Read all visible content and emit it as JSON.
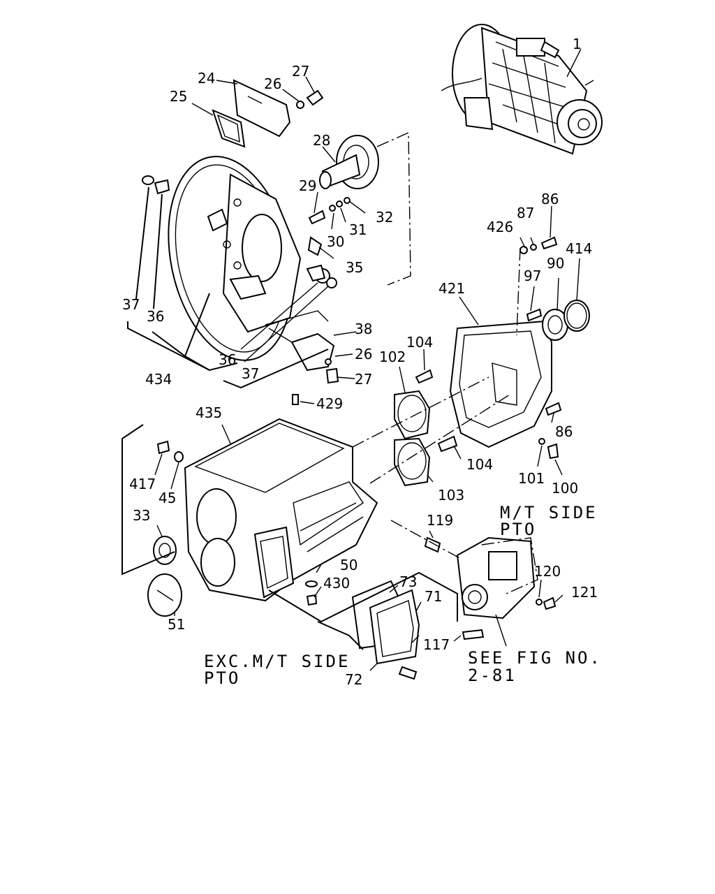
{
  "diagram": {
    "part_labels": {
      "p1": "1",
      "p24": "24",
      "p25": "25",
      "p26a": "26",
      "p27a": "27",
      "p28": "28",
      "p29": "29",
      "p30": "30",
      "p31": "31",
      "p32": "32",
      "p35": "35",
      "p37a": "37",
      "p36a": "36",
      "p434": "434",
      "p36b": "36",
      "p37b": "37",
      "p38": "38",
      "p26b": "26",
      "p27b": "27",
      "p426": "426",
      "p87": "87",
      "p86a": "86",
      "p414": "414",
      "p90": "90",
      "p97": "97",
      "p421": "421",
      "p104a": "104",
      "p102": "102",
      "p429": "429",
      "p435": "435",
      "p86b": "86",
      "p104b": "104",
      "p101": "101",
      "p100": "100",
      "p103": "103",
      "p417": "417",
      "p45": "45",
      "p33": "33",
      "p51": "51",
      "p119": "119",
      "p50": "50",
      "p430": "430",
      "p73": "73",
      "p71": "71",
      "p120": "120",
      "p121": "121",
      "p117": "117",
      "p72": "72"
    },
    "notes": {
      "mt_side_l1": "M/T SIDE",
      "mt_side_l2": "PTO",
      "exc_l1": "EXC.M/T SIDE",
      "exc_l2": "PTO",
      "see_l1": "SEE FIG NO.",
      "see_l2": "2-81"
    }
  }
}
